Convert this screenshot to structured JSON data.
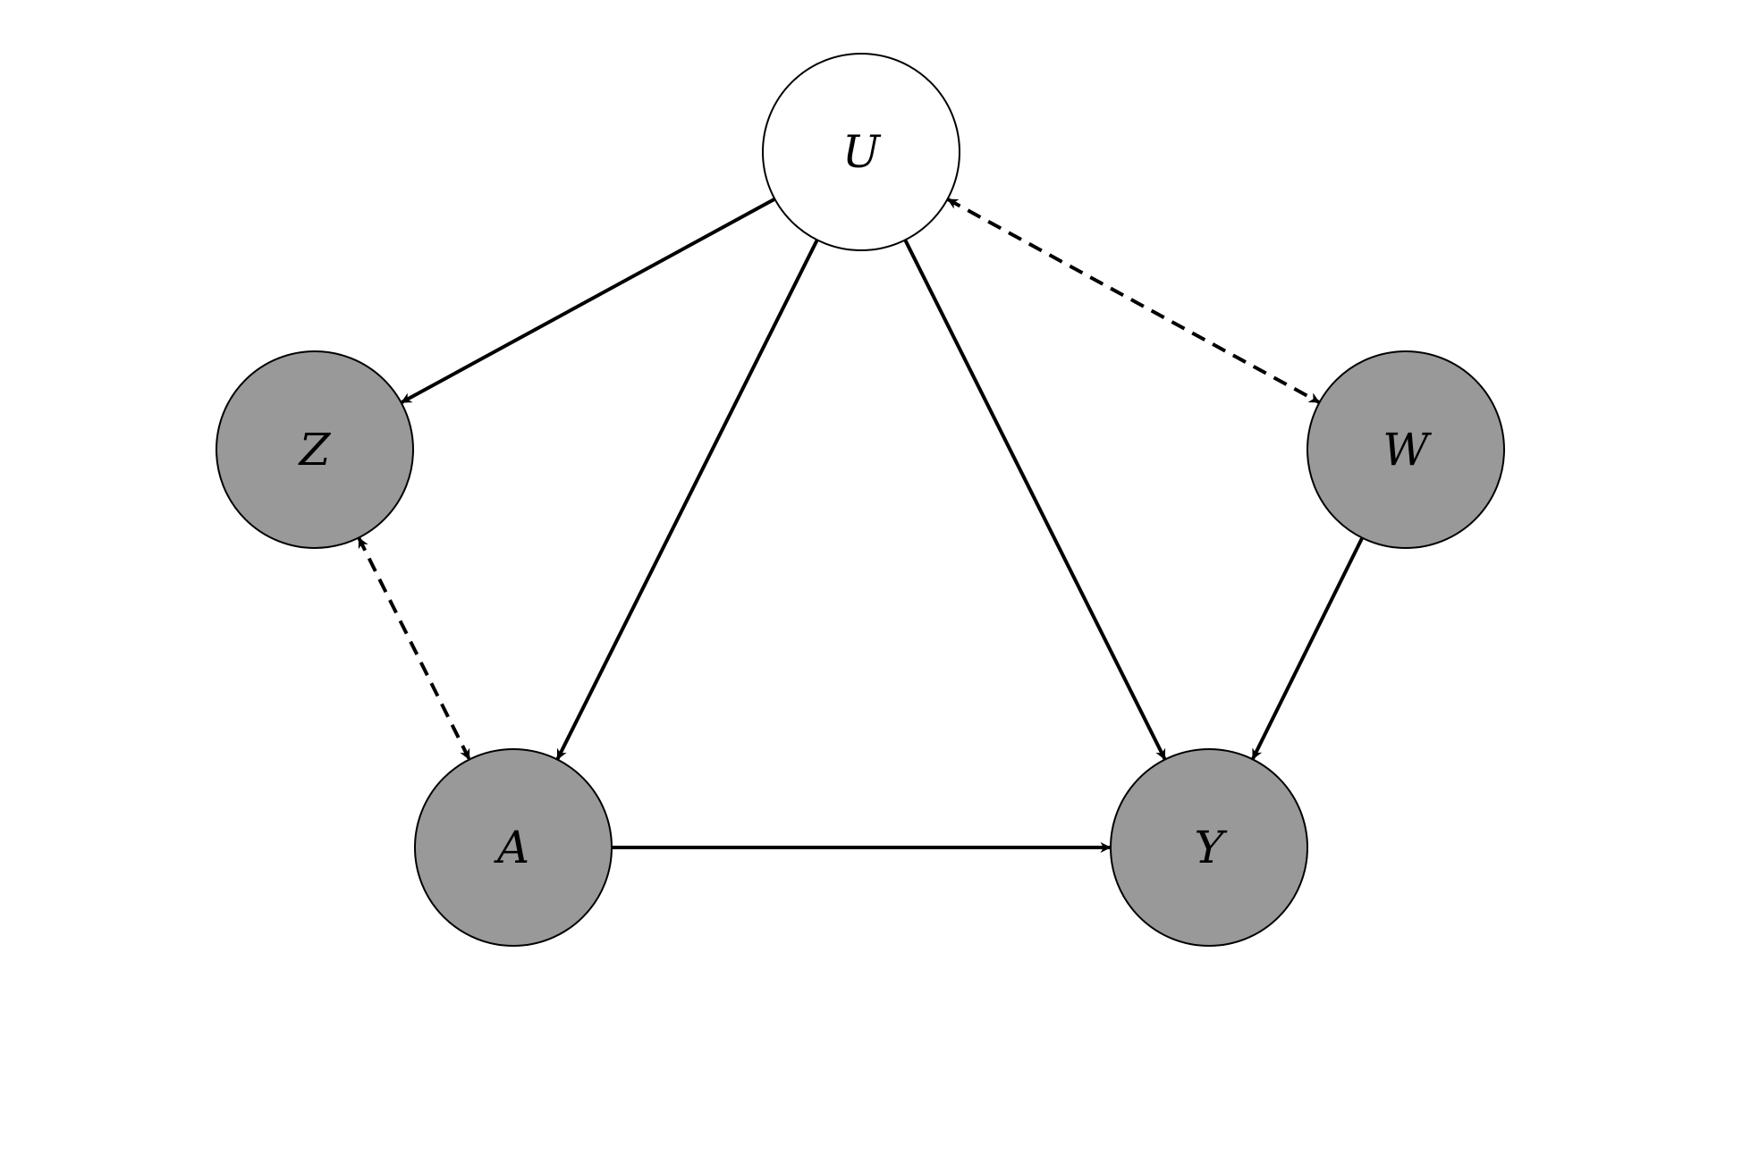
{
  "diagram": {
    "colors": {
      "observed_fill": "#999999",
      "latent_fill": "#ffffff",
      "stroke": "#000000"
    },
    "nodes": [
      {
        "id": "U",
        "label": "U",
        "observed": false
      },
      {
        "id": "Z",
        "label": "Z",
        "observed": true
      },
      {
        "id": "W",
        "label": "W",
        "observed": true
      },
      {
        "id": "A",
        "label": "A",
        "observed": true
      },
      {
        "id": "Y",
        "label": "Y",
        "observed": true
      }
    ],
    "edges": [
      {
        "from": "U",
        "to": "Z",
        "style": "solid",
        "direction": "forward"
      },
      {
        "from": "U",
        "to": "A",
        "style": "solid",
        "direction": "forward"
      },
      {
        "from": "U",
        "to": "Y",
        "style": "solid",
        "direction": "forward"
      },
      {
        "from": "U",
        "to": "W",
        "style": "dashed",
        "direction": "both"
      },
      {
        "from": "Z",
        "to": "A",
        "style": "dashed",
        "direction": "both"
      },
      {
        "from": "W",
        "to": "Y",
        "style": "solid",
        "direction": "forward"
      },
      {
        "from": "A",
        "to": "Y",
        "style": "solid",
        "direction": "forward"
      }
    ]
  }
}
